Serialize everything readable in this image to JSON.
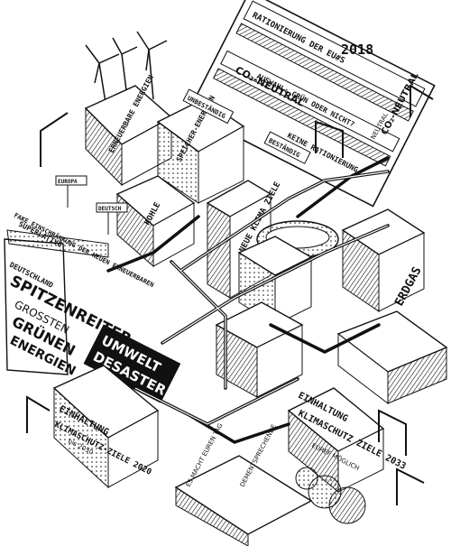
{
  "year": "2018",
  "banner": {
    "top": "RATIONIERUNG DER EU#S",
    "bottom_left": "AUSWAHL: GRÜN ODER NICHT?",
    "bottom_right": "KEINE RATIONIERUNG",
    "co2_left": "CO₂-NEUTRAL",
    "co2_right": "CO₂-NEUTRAL",
    "neutral_note": "NEUTRAL"
  },
  "buildings": {
    "erneuerbare": "ERNEUERBARE ENERGIEN",
    "unbestaendig": "UNBESTÄNDIG",
    "speicher": "SPEICHER-ENERGIEN",
    "kohle": "KOHLE",
    "bestaendig": "BESTÄNDIG",
    "neue_klimaziele": "NEUE KLIMA ZIELE",
    "umwelt": "UMWELT",
    "desaster": "DESASTER",
    "erdgas": "ERDGAS",
    "ziele_2033": "ZIELE 2033",
    "europa": "EUROPA",
    "deutsch": "DEUTSCH"
  },
  "left_texts": {
    "slogan_1": "SUPERLATIVE",
    "slogan_2": "FAKE EINSCHRÄNKUNG DER NEUEN ERNEUERBAREN",
    "slogan_3": "DEUTSCHLAND",
    "slogan_4": "SPITZENREITER",
    "slogan_5": "GROSSTEN",
    "slogan_6": "GRÜNEN",
    "slogan_7": "ENERGIEN"
  },
  "bottom_left_box": {
    "title": "EINHALTUNG",
    "sub": "KLIMASCHUTZ-ZIELE 2020",
    "small": "bis 2030"
  },
  "bottom_right_box": {
    "title": "EINHALTUNG",
    "sub": "KLIMASCHUTZ ZIELE 2033",
    "small": "EUREF MÖGLICH"
  },
  "bottom_house": {
    "left": "ES MACHT EUREN TAG",
    "mid": "DEMENTSPRECHENDE"
  }
}
